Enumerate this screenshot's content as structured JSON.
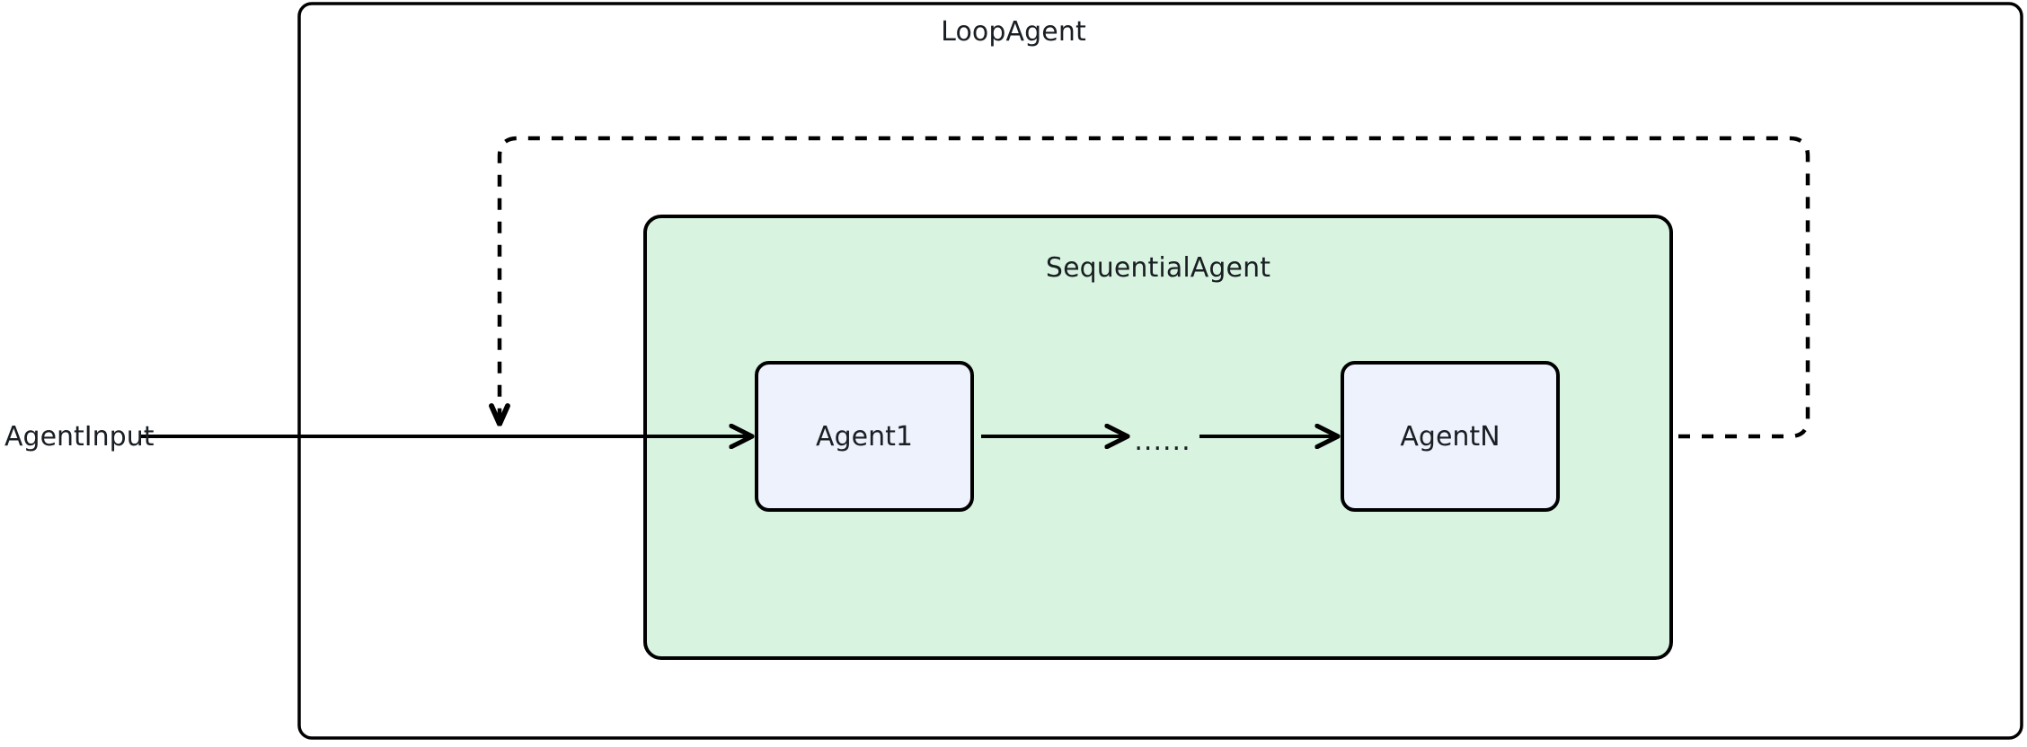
{
  "diagram": {
    "type": "agent-architecture-flow",
    "outer_container": {
      "label": "LoopAgent",
      "border_color": "#000000",
      "fill": "#ffffff"
    },
    "inner_container": {
      "label": "SequentialAgent",
      "border_color": "#000000",
      "fill": "#d8f3e0"
    },
    "nodes": [
      {
        "id": "agent1",
        "label": "Agent1",
        "fill": "#edf2fc",
        "border_color": "#000000"
      },
      {
        "id": "agentn",
        "label": "AgentN",
        "fill": "#edf2fc",
        "border_color": "#000000"
      }
    ],
    "ellipsis": "......",
    "input": {
      "label": "AgentInput"
    },
    "edges": [
      {
        "from": "AgentInput",
        "to": "Agent1",
        "style": "solid",
        "arrow": true
      },
      {
        "from": "Agent1",
        "to": "ellipsis",
        "style": "solid",
        "arrow": true
      },
      {
        "from": "ellipsis",
        "to": "AgentN",
        "style": "solid",
        "arrow": true
      },
      {
        "from": "AgentN",
        "to": "AgentInput",
        "style": "dashed",
        "arrow": true,
        "note": "loop-back"
      }
    ],
    "colors": {
      "stroke": "#000000",
      "text": "#1a1f24",
      "green_fill": "#d8f3e0",
      "blue_fill": "#edf2fc",
      "background": "#ffffff"
    }
  }
}
